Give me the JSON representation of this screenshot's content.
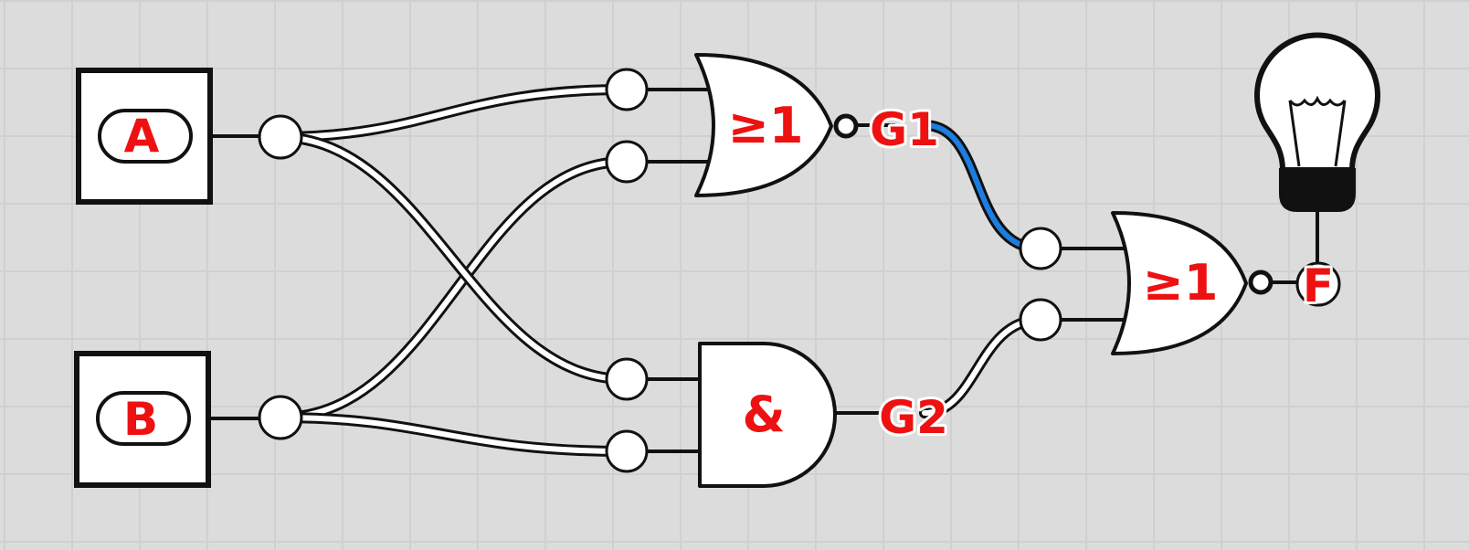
{
  "inputs": {
    "a_label": "A",
    "b_label": "B"
  },
  "gates": {
    "g1": {
      "symbol": "≥1",
      "output_label": "G1",
      "type": "NOR"
    },
    "g2": {
      "symbol": "&",
      "output_label": "G2",
      "type": "AND"
    },
    "final": {
      "symbol": "≥1",
      "type": "NOR"
    }
  },
  "output": {
    "label": "F",
    "lamp_icon": "light-bulb-icon"
  },
  "colors": {
    "background": "#dcdcdc",
    "grid": "#d0d0d0",
    "label": "#ee1111",
    "active_wire": "#1e7ee0",
    "stroke": "#111111",
    "fill": "#ffffff"
  }
}
